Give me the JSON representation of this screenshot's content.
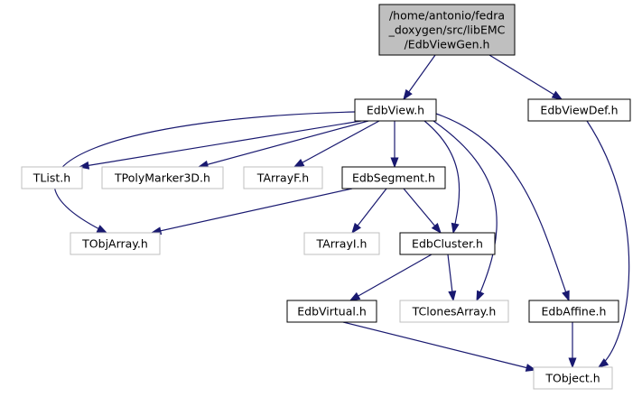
{
  "colors": {
    "edge": "#191970",
    "node_border_defined": "#000000",
    "node_border_external": "#bfbfbf",
    "root_fill": "#bfbfbf",
    "external_text": "#404040"
  },
  "graph": {
    "nodes": [
      {
        "id": "root",
        "lines": [
          "/home/antonio/fedra",
          "_doxygen/src/libEMC",
          "/EdbViewGen.h"
        ],
        "kind": "root"
      },
      {
        "id": "edbview",
        "lines": [
          "EdbView.h"
        ],
        "kind": "defined"
      },
      {
        "id": "edbviewdef",
        "lines": [
          "EdbViewDef.h"
        ],
        "kind": "defined"
      },
      {
        "id": "tlist",
        "lines": [
          "TList.h"
        ],
        "kind": "external"
      },
      {
        "id": "tpolymarker3d",
        "lines": [
          "TPolyMarker3D.h"
        ],
        "kind": "external"
      },
      {
        "id": "tarrayf",
        "lines": [
          "TArrayF.h"
        ],
        "kind": "external"
      },
      {
        "id": "edbsegment",
        "lines": [
          "EdbSegment.h"
        ],
        "kind": "defined"
      },
      {
        "id": "tobjarray",
        "lines": [
          "TObjArray.h"
        ],
        "kind": "external"
      },
      {
        "id": "tarrayi",
        "lines": [
          "TArrayI.h"
        ],
        "kind": "external"
      },
      {
        "id": "edbcluster",
        "lines": [
          "EdbCluster.h"
        ],
        "kind": "defined"
      },
      {
        "id": "edbvirtual",
        "lines": [
          "EdbVirtual.h"
        ],
        "kind": "defined"
      },
      {
        "id": "tclonesarray",
        "lines": [
          "TClonesArray.h"
        ],
        "kind": "external"
      },
      {
        "id": "edbaffine",
        "lines": [
          "EdbAffine.h"
        ],
        "kind": "defined"
      },
      {
        "id": "tobject",
        "lines": [
          "TObject.h"
        ],
        "kind": "external"
      }
    ],
    "edges": [
      {
        "from": "root",
        "to": "edbview"
      },
      {
        "from": "root",
        "to": "edbviewdef"
      },
      {
        "from": "edbview",
        "to": "tlist"
      },
      {
        "from": "edbview",
        "to": "tpolymarker3d"
      },
      {
        "from": "edbview",
        "to": "tarrayf"
      },
      {
        "from": "edbview",
        "to": "edbsegment"
      },
      {
        "from": "edbview",
        "to": "tobjarray"
      },
      {
        "from": "edbview",
        "to": "edbcluster"
      },
      {
        "from": "edbview",
        "to": "tclonesarray"
      },
      {
        "from": "edbview",
        "to": "edbaffine"
      },
      {
        "from": "edbviewdef",
        "to": "tobject"
      },
      {
        "from": "edbsegment",
        "to": "tobjarray"
      },
      {
        "from": "edbsegment",
        "to": "tarrayi"
      },
      {
        "from": "edbsegment",
        "to": "edbcluster"
      },
      {
        "from": "edbcluster",
        "to": "edbvirtual"
      },
      {
        "from": "edbcluster",
        "to": "tclonesarray"
      },
      {
        "from": "edbvirtual",
        "to": "tobject"
      },
      {
        "from": "edbaffine",
        "to": "tobject"
      }
    ]
  }
}
